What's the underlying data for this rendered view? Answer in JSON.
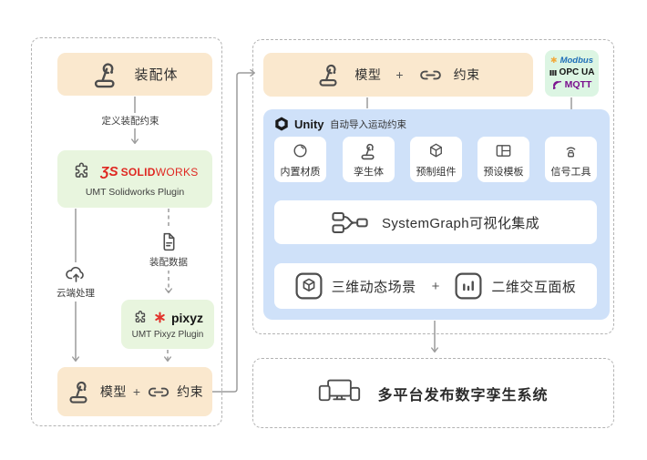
{
  "colors": {
    "orange_box": "#FAE8CE",
    "green_box": "#E8F5DE",
    "mint_box": "#DCF5E3",
    "blue_panel": "#CFE1F9",
    "line_gray": "#9B9B9B",
    "icon_gray": "#4D4D4D",
    "solidworks_red": "#DF2721",
    "pixyz_red": "#E2342C",
    "modbus_gold": "#F2A93B",
    "modbus_blue": "#1F6FB8",
    "opcua_black": "#141414",
    "mqtt_purple": "#7A0F8E"
  },
  "icons": {
    "modbus_star": "✱"
  },
  "left_pipeline": {
    "assembly_box": {
      "label": "装配体"
    },
    "define_constraints_label": "定义装配约束",
    "solidworks_box": {
      "logo_mark": "ƷS",
      "logo_solid": "SOLID",
      "logo_works": "WORKS",
      "subtitle": "UMT Solidworks Plugin"
    },
    "cloud_label": "云端处理",
    "doc_label": "装配数据",
    "pixyz_box": {
      "logo_text": "pixyz",
      "subtitle": "UMT Pixyz Plugin"
    },
    "model_box": {
      "model": "模型",
      "plus": "+",
      "constraint": "约束"
    }
  },
  "right_pipeline": {
    "model_box": {
      "model": "模型",
      "plus": "+",
      "constraint": "约束"
    },
    "protocol_box": {
      "modbus": "Modbus",
      "opcua": "OPC UA",
      "mqtt": "MQTT"
    },
    "unity": {
      "logo_text": "Unity",
      "auto_import_label": "自动导入运动约束",
      "cards": [
        {
          "label": "内置材质"
        },
        {
          "label": "孪生体"
        },
        {
          "label": "预制组件"
        },
        {
          "label": "预设模板"
        },
        {
          "label": "信号工具"
        }
      ],
      "systemgraph_label": "SystemGraph可视化集成",
      "outputs": {
        "scene3d": "三维动态场景",
        "plus": "+",
        "panel2d": "二维交互面板"
      }
    }
  },
  "bottom_box": {
    "label": "多平台发布数字孪生系统"
  }
}
